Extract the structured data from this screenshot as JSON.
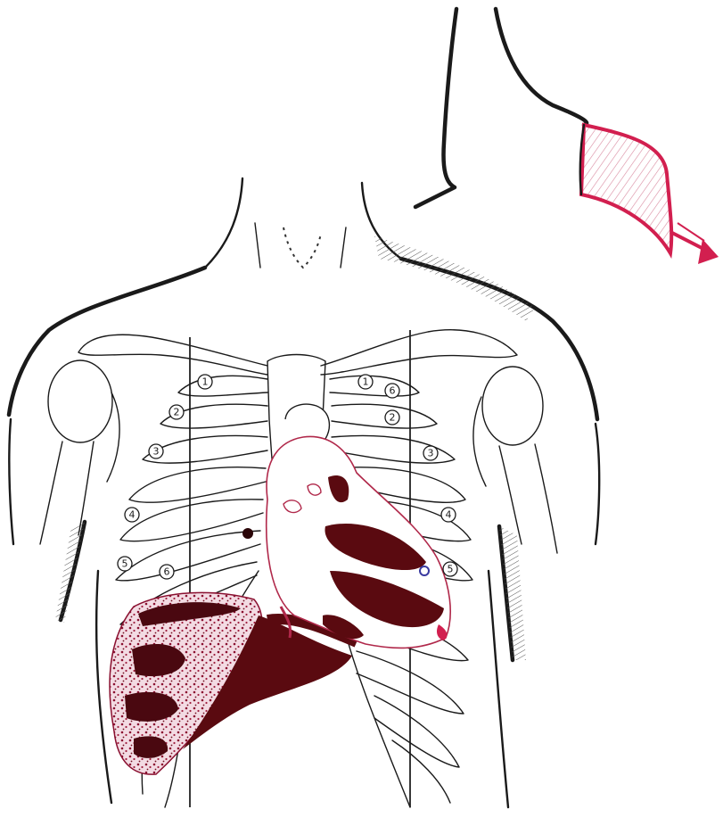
{
  "colors": {
    "ink": "#1a1a1a",
    "organ_dark": "#5a0a10",
    "liver_speckle": "#c86a88",
    "accent_red": "#d21f4f",
    "heart_outline": "#b0284a"
  },
  "rib_markers": {
    "right": [
      "1",
      "2",
      "3",
      "4",
      "5",
      "6"
    ],
    "left": [
      "1",
      "2",
      "3",
      "4",
      "5",
      "6"
    ]
  }
}
